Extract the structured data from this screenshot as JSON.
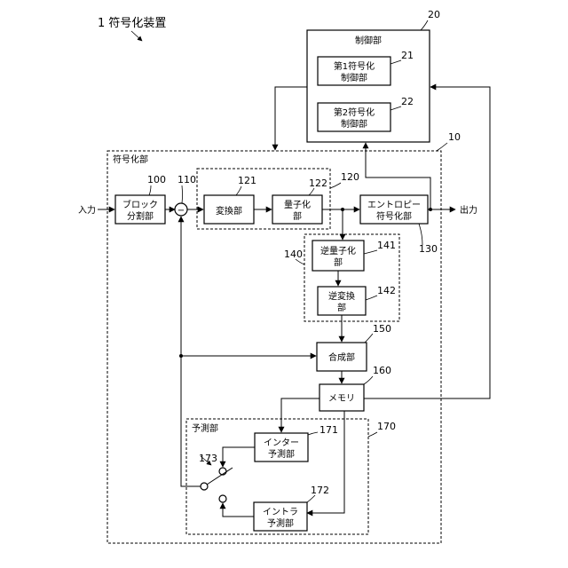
{
  "title": "1 符号化装置",
  "io": {
    "input": "入力",
    "output": "出力"
  },
  "control": {
    "label": "制御部",
    "ref": "20",
    "first": {
      "line1": "第1符号化",
      "line2": "制御部",
      "ref": "21"
    },
    "second": {
      "line1": "第2符号化",
      "line2": "制御部",
      "ref": "22"
    }
  },
  "encoder": {
    "label": "符号化部",
    "ref": "10"
  },
  "block_split": {
    "line1": "ブロック",
    "line2": "分割部",
    "ref": "100"
  },
  "subtractor": {
    "symbol": "−",
    "ref": "110"
  },
  "group120": {
    "ref": "120"
  },
  "transform": {
    "label": "変換部",
    "ref": "121"
  },
  "quantize": {
    "line1": "量子化",
    "line2": "部",
    "ref": "122"
  },
  "entropy": {
    "line1": "エントロピー",
    "line2": "符号化部",
    "ref": "130"
  },
  "group140": {
    "ref": "140"
  },
  "inverse_quant": {
    "line1": "逆量子化",
    "line2": "部",
    "ref": "141"
  },
  "inverse_transform": {
    "line1": "逆変換",
    "line2": "部",
    "ref": "142"
  },
  "combiner": {
    "label": "合成部",
    "ref": "150"
  },
  "memory": {
    "label": "メモリ",
    "ref": "160"
  },
  "prediction": {
    "label": "予測部",
    "ref": "170"
  },
  "inter": {
    "line1": "インター",
    "line2": "予測部",
    "ref": "171"
  },
  "intra": {
    "line1": "イントラ",
    "line2": "予測部",
    "ref": "172"
  },
  "switch": {
    "ref": "173"
  }
}
